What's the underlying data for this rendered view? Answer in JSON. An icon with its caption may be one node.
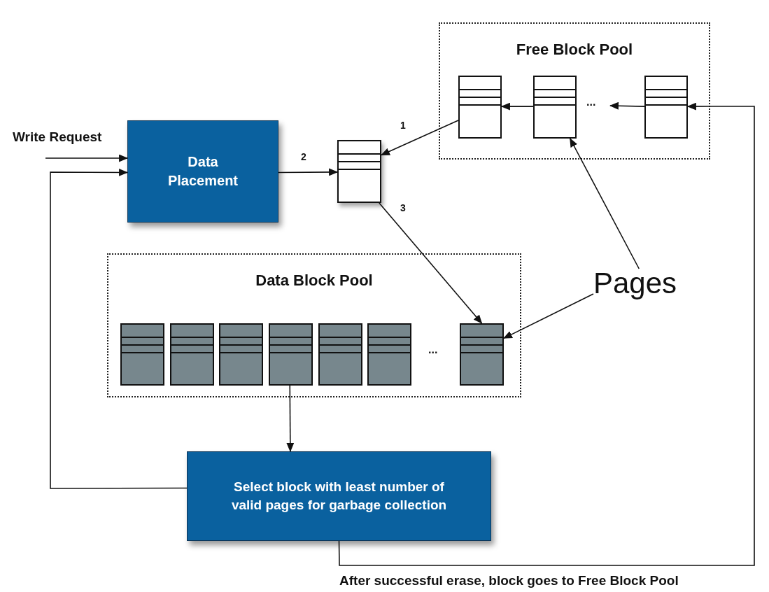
{
  "diagram": {
    "nodes": [
      {
        "text": [
          "Free Block Pool"
        ]
      },
      {
        "text": [],
        "shape": "box",
        "in": 0
      },
      {
        "text": [],
        "shape": "box",
        "in": 0
      },
      {
        "text": [
          "..."
        ],
        "in": 0
      },
      {
        "text": [],
        "shape": "box",
        "in": 0
      },
      {
        "text": [
          "Data Placement"
        ]
      },
      {
        "text": [],
        "shape": "box"
      },
      {
        "text": [
          "Data Block Pool"
        ]
      },
      {
        "text": [],
        "shape": "box",
        "in": 7
      },
      {
        "text": [],
        "shape": "box",
        "in": 7
      },
      {
        "text": [],
        "shape": "box",
        "in": 7
      },
      {
        "text": [],
        "shape": "box",
        "in": 7
      },
      {
        "text": [],
        "shape": "box",
        "in": 7
      },
      {
        "text": [],
        "shape": "box",
        "in": 7
      },
      {
        "text": [],
        "shape": "box",
        "in": 7
      },
      {
        "text": [
          "Select block with least number of valid pages for garbage collection"
        ]
      },
      {
        "text": [
          "Pages"
        ]
      }
    ],
    "edges": [
      {
        "from": null,
        "to": 5,
        "arrow": "to",
        "label": "Write Request"
      },
      {
        "from": 15,
        "to": 5,
        "arrow": "to"
      },
      {
        "from": 5,
        "to": 6,
        "arrow": "to",
        "label": "2"
      },
      {
        "from": 1,
        "to": 6,
        "arrow": "to",
        "label": "1"
      },
      {
        "from": 2,
        "to": 1,
        "arrow": "to"
      },
      {
        "from": 4,
        "to": 3,
        "arrow": "to"
      },
      {
        "from": 6,
        "to": 14,
        "arrow": "to",
        "label": "3"
      },
      {
        "from": 16,
        "to": 2,
        "arrow": "to"
      },
      {
        "from": 16,
        "to": 14,
        "arrow": "to"
      },
      {
        "from": 11,
        "to": 15,
        "arrow": "to"
      },
      {
        "from": 15,
        "to": 4,
        "arrow": "to",
        "label": "After successful erase, block goes to Free Block Pool"
      }
    ],
    "labels": [
      "..."
    ]
  }
}
